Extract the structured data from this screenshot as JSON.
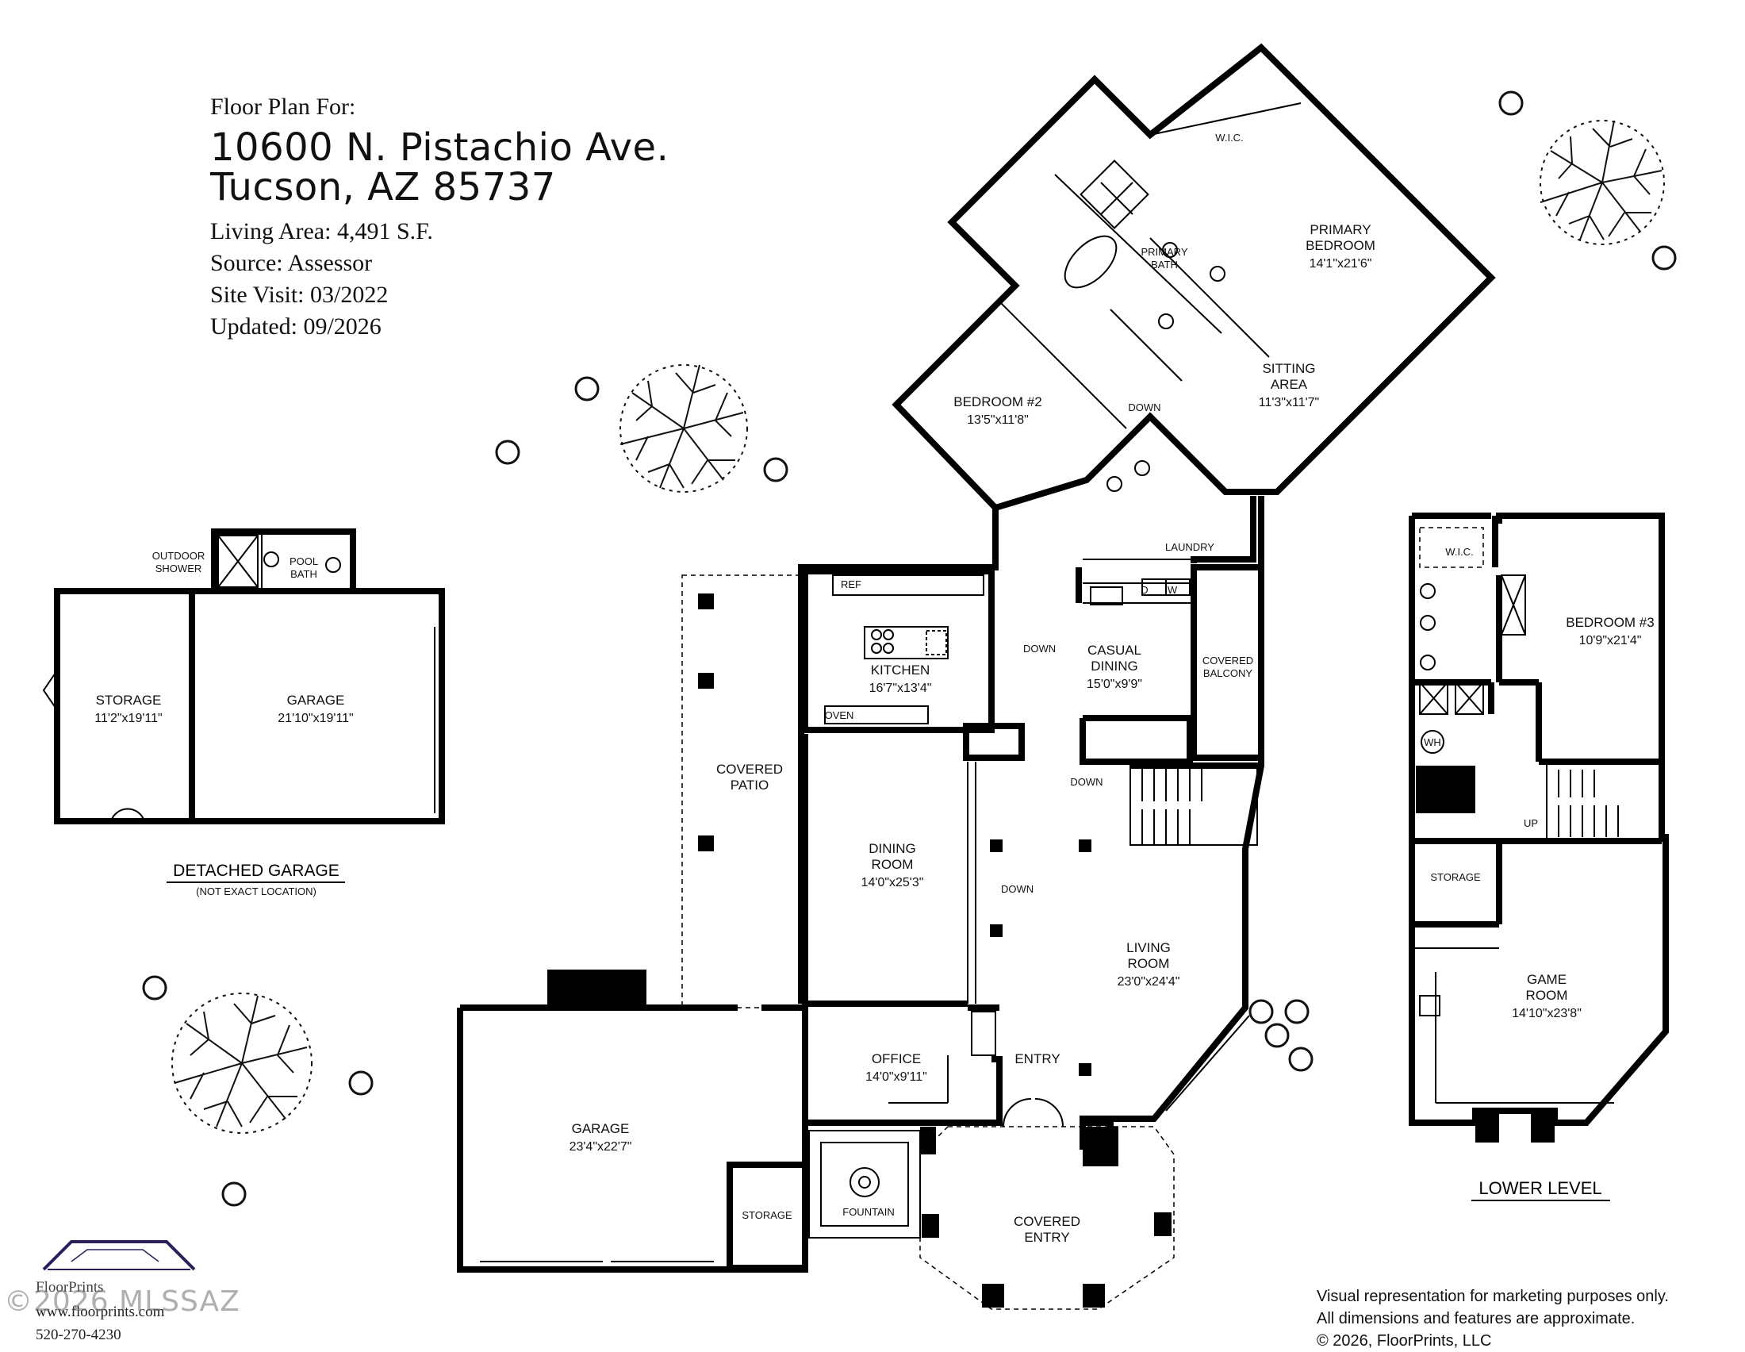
{
  "header": {
    "floor_plan_for": "Floor Plan For:",
    "address_line1": "10600 N. Pistachio Ave.",
    "address_line2": "Tucson, AZ  85737",
    "living_area": "Living Area:  4,491 S.F.",
    "source": "Source:  Assessor",
    "site_visit": "Site Visit:  03/2022",
    "updated": "Updated:  09/2026"
  },
  "rooms": {
    "wic_main": {
      "name": "W.I.C."
    },
    "primary_bath": {
      "name1": "PRIMARY",
      "name2": "BATH"
    },
    "primary_bedroom": {
      "name1": "PRIMARY",
      "name2": "BEDROOM",
      "dim": "14'1\"x21'6\""
    },
    "sitting_area": {
      "name1": "SITTING",
      "name2": "AREA",
      "dim": "11'3\"x11'7\""
    },
    "bedroom2": {
      "name": "BEDROOM #2",
      "dim": "13'5\"x11'8\""
    },
    "laundry": {
      "name": "LAUNDRY"
    },
    "kitchen": {
      "name": "KITCHEN",
      "dim": "16'7\"x13'4\""
    },
    "casual_dining": {
      "name1": "CASUAL",
      "name2": "DINING",
      "dim": "15'0\"x9'9\""
    },
    "covered_balcony": {
      "name1": "COVERED",
      "name2": "BALCONY"
    },
    "covered_patio": {
      "name1": "COVERED",
      "name2": "PATIO"
    },
    "dining_room": {
      "name1": "DINING",
      "name2": "ROOM",
      "dim": "14'0\"x25'3\""
    },
    "living_room": {
      "name1": "LIVING",
      "name2": "ROOM",
      "dim": "23'0\"x24'4\""
    },
    "office": {
      "name": "OFFICE",
      "dim": "14'0\"x9'11\""
    },
    "entry": {
      "name": "ENTRY"
    },
    "garage_main": {
      "name": "GARAGE",
      "dim": "23'4\"x22'7\""
    },
    "storage_main": {
      "name": "STORAGE"
    },
    "fountain": {
      "name": "FOUNTAIN"
    },
    "covered_entry": {
      "name1": "COVERED",
      "name2": "ENTRY"
    },
    "outdoor_shower": {
      "name1": "OUTDOOR",
      "name2": "SHOWER"
    },
    "pool_bath": {
      "name1": "POOL",
      "name2": "BATH"
    },
    "storage_detached": {
      "name": "STORAGE",
      "dim": "11'2\"x19'11\""
    },
    "garage_detached": {
      "name": "GARAGE",
      "dim": "21'10\"x19'11\""
    },
    "wic_lower": {
      "name": "W.I.C."
    },
    "bedroom3": {
      "name": "BEDROOM #3",
      "dim": "10'9\"x21'4\""
    },
    "storage_lower": {
      "name": "STORAGE"
    },
    "game_room": {
      "name1": "GAME",
      "name2": "ROOM",
      "dim": "14'10\"x23'8\""
    }
  },
  "fixtures": {
    "ref": "REF",
    "oven": "OVEN",
    "dryer": "D",
    "washer": "W",
    "water_heater": "WH",
    "down": "DOWN",
    "up": "UP"
  },
  "captions": {
    "detached_garage": "DETACHED GARAGE",
    "not_exact": "(NOT EXACT LOCATION)",
    "lower_level": "LOWER LEVEL"
  },
  "disclaimer": {
    "line1": "Visual representation for marketing purposes only.",
    "line2": "All dimensions and features are approximate.",
    "line3": "© 2026, FloorPrints, LLC"
  },
  "logo": {
    "name": "FloorPrints",
    "website": "www.floorprints.com",
    "phone": "520-270-4230",
    "watermark": "©2026 MLSSAZ"
  }
}
